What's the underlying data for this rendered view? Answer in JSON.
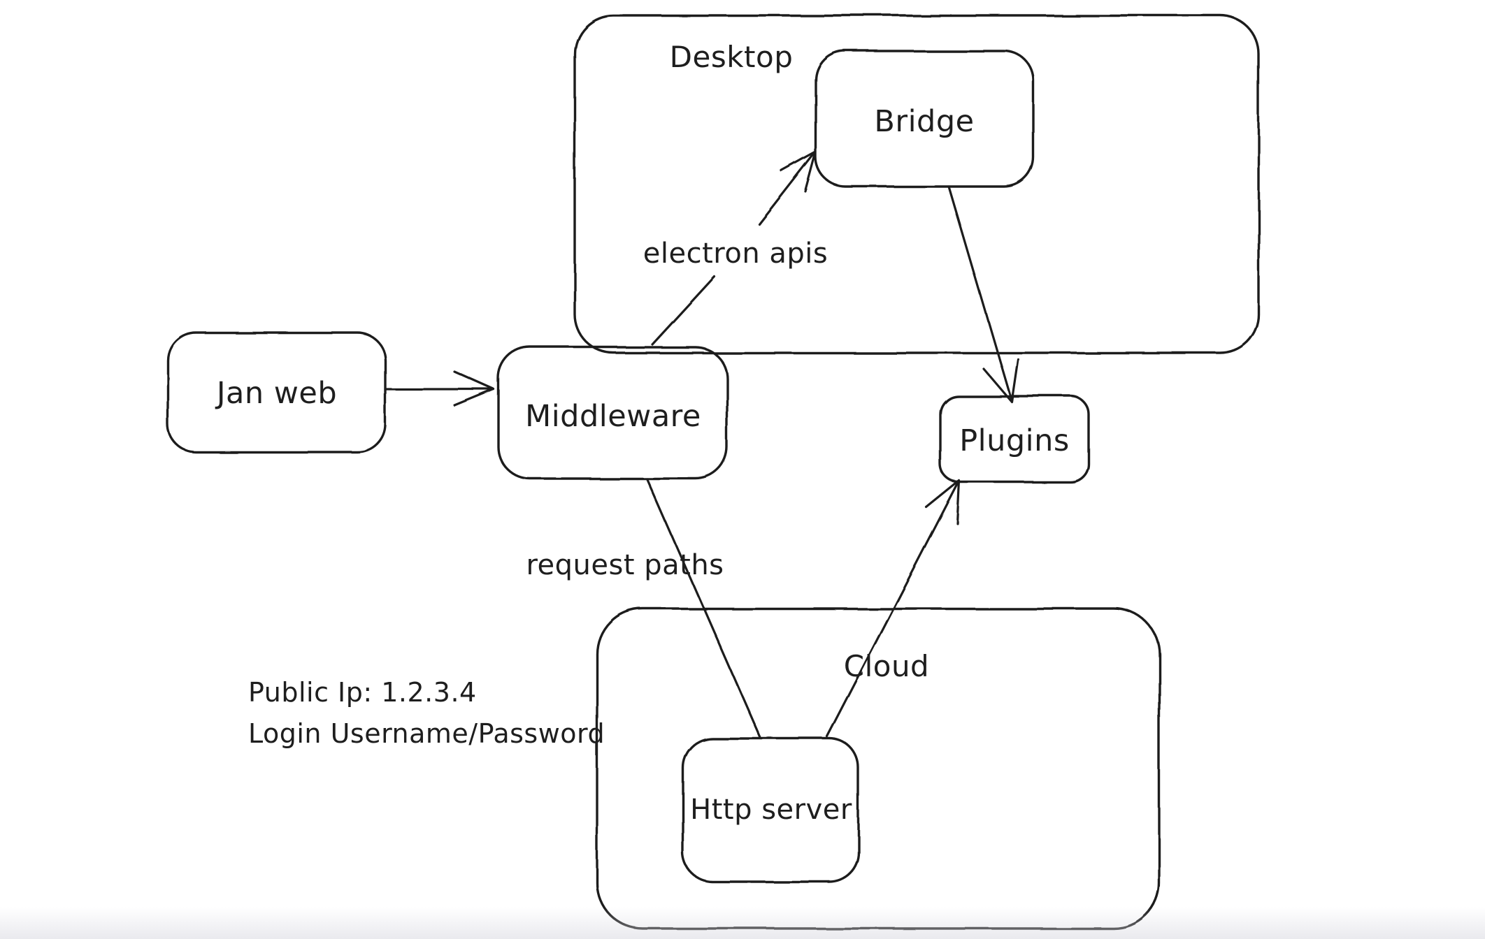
{
  "colors": {
    "stroke": "#1e1e1e",
    "background": "#ffffff"
  },
  "nodes": {
    "desktop": {
      "label": "Desktop"
    },
    "bridge": {
      "label": "Bridge"
    },
    "jan_web": {
      "label": "Jan web"
    },
    "middleware": {
      "label": "Middleware"
    },
    "plugins": {
      "label": "Plugins"
    },
    "cloud": {
      "label": "Cloud"
    },
    "http_server": {
      "label": "Http server"
    }
  },
  "edge_labels": {
    "electron_apis": {
      "label": "electron apis"
    },
    "request_paths": {
      "label": "request paths"
    }
  },
  "notes": {
    "line1": "Public Ip: 1.2.3.4",
    "line2": "Login Username/Password"
  }
}
